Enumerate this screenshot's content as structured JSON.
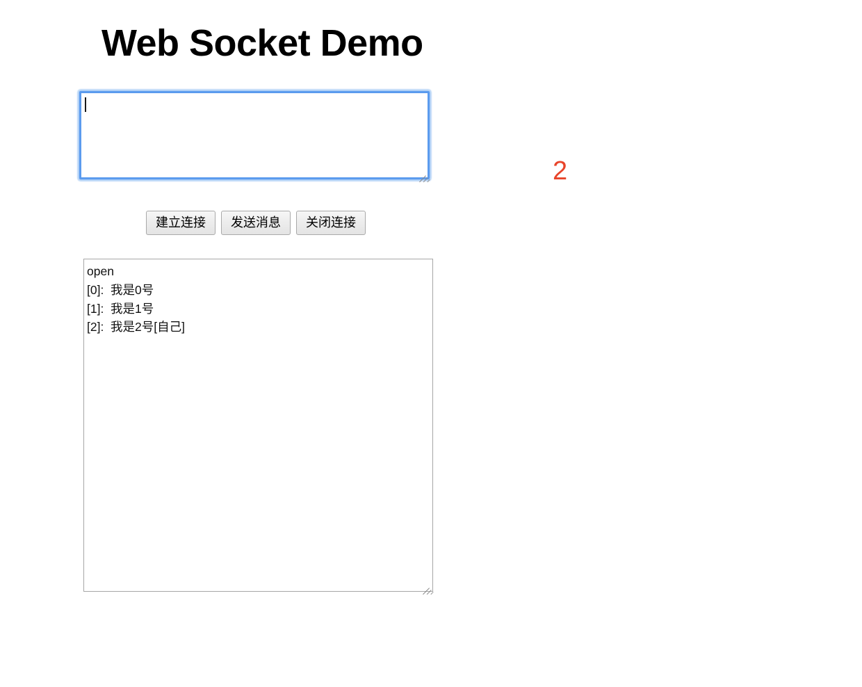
{
  "page": {
    "title": "Web Socket Demo"
  },
  "message_input": {
    "value": "",
    "placeholder": "",
    "focused": true
  },
  "buttons": [
    {
      "name": "connect-button",
      "label": "建立连接"
    },
    {
      "name": "send-message-button",
      "label": "发送消息"
    },
    {
      "name": "close-button",
      "label": "关闭连接"
    }
  ],
  "log": {
    "lines": [
      "open",
      "[0]:  我是0号",
      "[1]:  我是1号",
      "[2]:  我是2号[自己]"
    ],
    "text": "open\n[0]:  我是0号\n[1]:  我是1号\n[2]:  我是2号[自己]"
  },
  "counter": {
    "value": "2"
  },
  "colors": {
    "focus_border": "#5b9bee",
    "counter_text": "#e8442a",
    "button_border": "#a9a9a9",
    "textarea_border": "#a6a6a6",
    "page_background": "#ffffff",
    "text": "#000000"
  }
}
